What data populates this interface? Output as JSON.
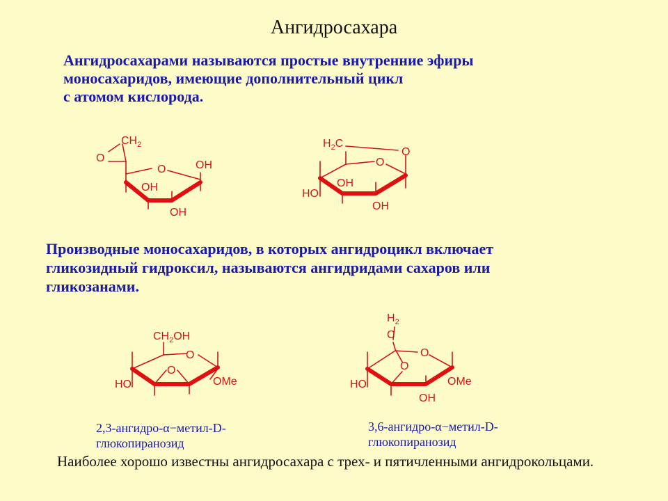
{
  "title": "Ангидросахара",
  "intro": {
    "lines": [
      "Ангидросахарами называются простые внутренние эфиры",
      "моносахаридов, имеющие дополнительный  цикл",
      "с атомом кислорода."
    ]
  },
  "derivatives": {
    "lines": [
      "Производные  моносахаридов, в которых ангидроцикл включает",
      "гликозидный гидроксил, называются ангидридами сахаров или",
      "гликозанами."
    ]
  },
  "structures": {
    "top_left": {
      "o_ring": "O",
      "o_bridge": "O",
      "ch": "CH",
      "sub2": "2",
      "oh_right": "OH",
      "oh_mid": "OH",
      "oh_bottom": "OH"
    },
    "top_right": {
      "h": "H",
      "sub2": "2",
      "c": "C",
      "o_bridge": "O",
      "o_ring": "O",
      "ho_left": "HO",
      "oh_mid": "OH",
      "oh_bottom": "OH"
    },
    "bottom_left": {
      "ch2oh_a": "CH",
      "sub2": "2",
      "ch2oh_b": "OH",
      "o_ring": "O",
      "o_epoxide": "O",
      "ho_left": "HO",
      "ome": "OMe"
    },
    "bottom_right": {
      "h": "H",
      "sub2": "2",
      "c": "C",
      "o_ring": "O",
      "o_bridge": "O",
      "ho_left": "HO",
      "ome": "OMe",
      "oh_bottom": "OH"
    }
  },
  "captions": {
    "left": [
      "2,3-ангидро-α−метил-D-",
      "глюкопиранозид"
    ],
    "right": [
      "3,6-ангидро-α−метил-D-",
      "глюкопиранозид"
    ]
  },
  "footer": "Наиболее хорошо известны ангидросахара с трех- и пятичленными ангидрокольцами.",
  "colors": {
    "background": "#fdfbc7",
    "text_blue": "#1a1aa8",
    "structure_red": "#d01616"
  }
}
